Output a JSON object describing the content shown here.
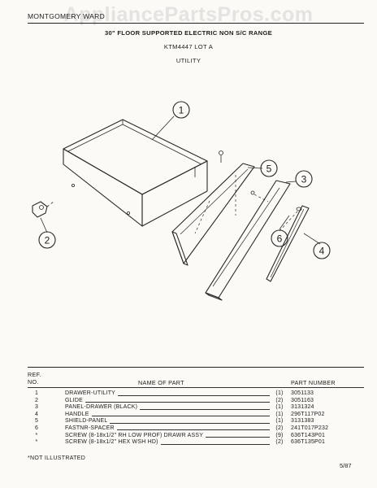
{
  "watermark": "AppliancePartsPros.com",
  "header": {
    "brand": "MONTGOMERY WARD",
    "title": "30\" FLOOR SUPPORTED ELECTRIC NON S/C RANGE",
    "model": "KTM4447 LOT A",
    "section": "UTILITY"
  },
  "callouts": [
    "1",
    "2",
    "3",
    "4",
    "5",
    "6"
  ],
  "table": {
    "ref_label": "REF.",
    "no_label": "NO.",
    "name_label": "NAME OF PART",
    "part_number_label": "PART NUMBER",
    "rows": [
      {
        "ref": "1",
        "name": "DRAWER-UTILITY",
        "qty": "(1)",
        "part_number": "3051133"
      },
      {
        "ref": "2",
        "name": "GLIDE",
        "qty": "(2)",
        "part_number": "3051163"
      },
      {
        "ref": "3",
        "name": "PANEL-DRAWER (BLACK)",
        "qty": "(1)",
        "part_number": "3131324"
      },
      {
        "ref": "4",
        "name": "HANDLE",
        "qty": "(1)",
        "part_number": "296T117P02"
      },
      {
        "ref": "5",
        "name": "SHIELD-PANEL",
        "qty": "(1)",
        "part_number": "3131383"
      },
      {
        "ref": "6",
        "name": "FASTNR-SPACER",
        "qty": "(2)",
        "part_number": "241T017P232"
      },
      {
        "ref": "*",
        "name": "SCREW (8-18x1/2\" RH LOW PROF) DRAWR ASSY",
        "qty": "(9)",
        "part_number": "636T143P01"
      },
      {
        "ref": "*",
        "name": "SCREW (8-18x1/2\" HEX WSH HD)",
        "qty": "(2)",
        "part_number": "636T135P01"
      }
    ]
  },
  "footnote": "*NOT ILLUSTRATED",
  "date": "5/87"
}
